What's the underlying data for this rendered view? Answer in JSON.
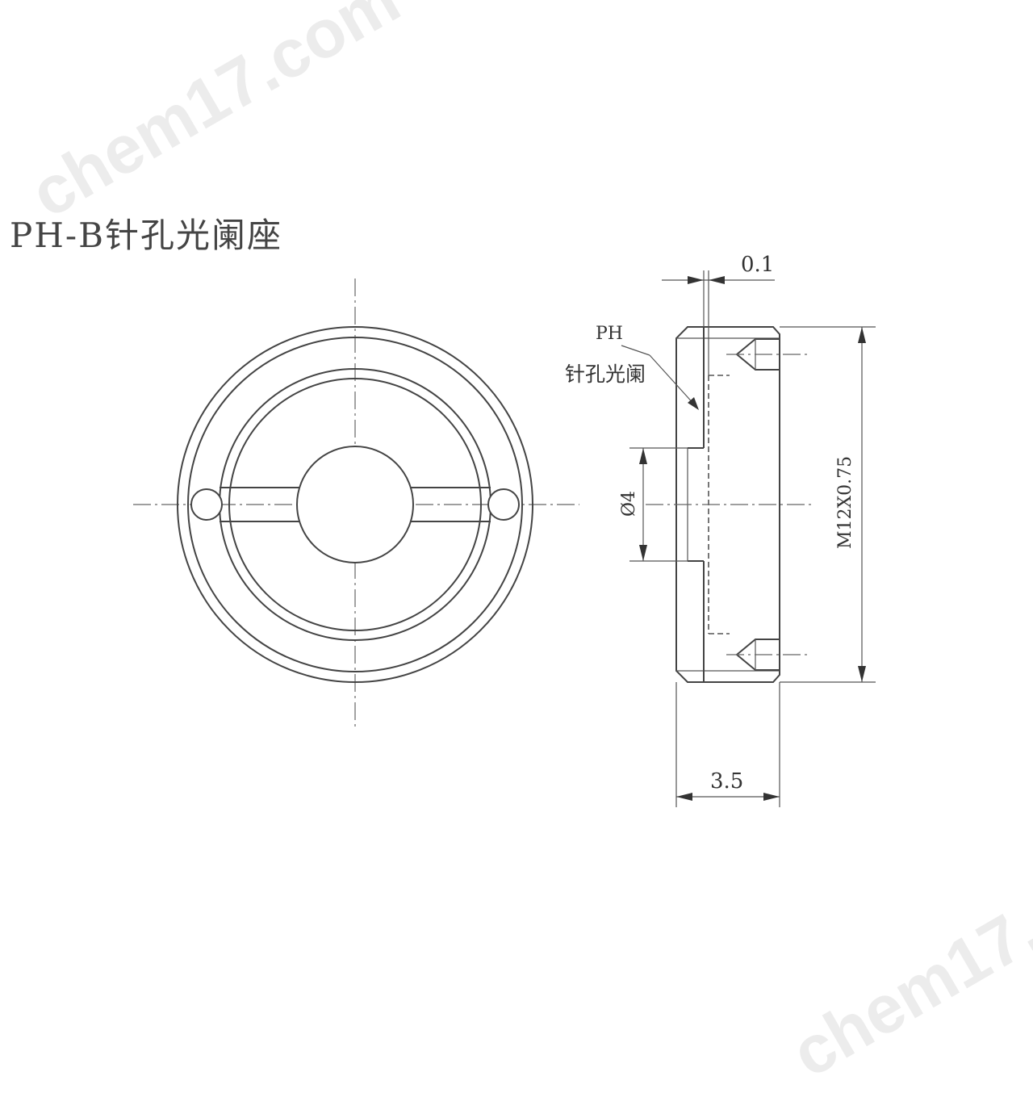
{
  "title": "PH-B针孔光阑座",
  "watermark": "chem17.com",
  "dimensions": {
    "gap": "0.1",
    "thickness": "3.5",
    "bore": "Ø4",
    "thread": "M12X0.75"
  },
  "labels": {
    "ph": "PH",
    "ph_desc": "针孔光阑"
  }
}
